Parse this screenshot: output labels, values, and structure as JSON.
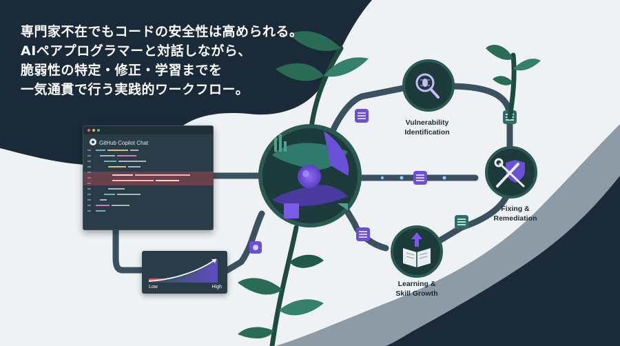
{
  "headline": {
    "lines": [
      "専門家不在でもコードの安全性は高められる。",
      "AIペアプログラマーと対話しながら、",
      "脆弱性の特定・修正・学習までを",
      "一気通貫で行う実践的ワークフロー。"
    ]
  },
  "chat_window": {
    "title": "GitHub Copilot Chat"
  },
  "stages": [
    {
      "lines": [
        "Vulnerability",
        "Identification"
      ],
      "icon": "bug-magnifier-icon"
    },
    {
      "lines": [
        "Fixing &",
        "Remediation"
      ],
      "icon": "wrench-screwdriver-shield-icon"
    },
    {
      "lines": [
        "Learning &",
        "Skill Growth"
      ],
      "icon": "open-book-arrow-icon"
    }
  ],
  "skill_chart": {
    "low_label": "Low",
    "high_label": "High"
  },
  "colors": {
    "navy": "#1b2a38",
    "slate": "#8d9ba6",
    "background": "#eef2f4",
    "pipe": "#3c5160",
    "accent_purple": "#7a5ae6",
    "accent_teal": "#2f7a6c",
    "leaf_green": "#2a6b55",
    "highlight_red": "#b94450"
  }
}
